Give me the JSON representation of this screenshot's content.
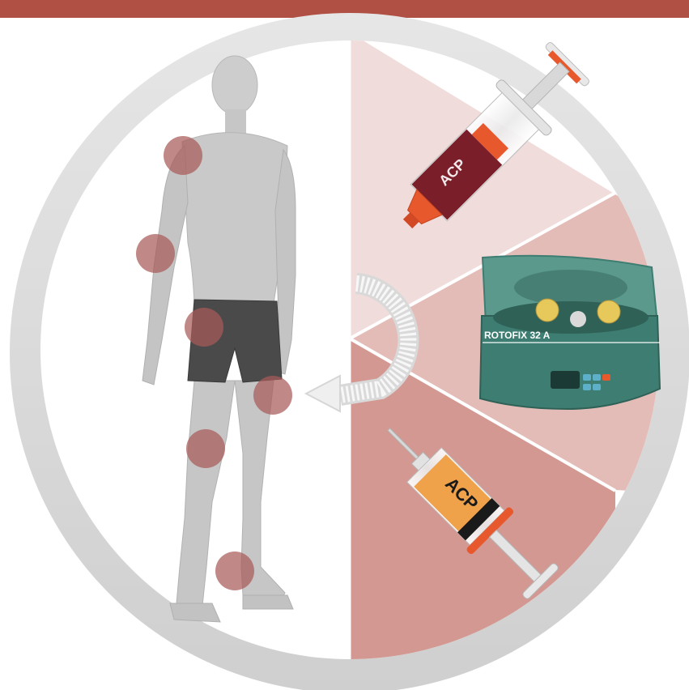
{
  "colors": {
    "top_bar": "#b04f44",
    "ring": "#dcdcdc",
    "ring_shadow": "#cfcfcf",
    "inner_white": "#ffffff",
    "segment_1": "#f0dcdb",
    "segment_2": "#e3bcb8",
    "segment_3": "#d39891",
    "segment_divider": "#ffffff",
    "body_skin": "#c9c9c9",
    "body_outline": "#b3b3b3",
    "shorts": "#4a4a4a",
    "joint_marker": "#a85a57",
    "blood": "#7a1f2a",
    "plunger_orange": "#e8582d",
    "plasma_orange": "#f0a24a",
    "centrifuge_body": "#3e7d72",
    "centrifuge_lid": "#5a998c",
    "arrow_white": "#f7f7f7"
  },
  "icons": {
    "human_figure": "standing-man-icon",
    "blood_syringe": "blood-syringe-icon",
    "centrifuge": "centrifuge-icon",
    "plasma_syringe": "plasma-syringe-icon",
    "cycle_arrow": "circular-arrow-icon"
  },
  "labels": {
    "syringe_blood": "ACP",
    "centrifuge_brand": "ROTOFIX 32 A",
    "syringe_plasma": "ACP"
  },
  "injection_sites": [
    "shoulder",
    "elbow",
    "hip",
    "knee",
    "shin",
    "ankle"
  ]
}
